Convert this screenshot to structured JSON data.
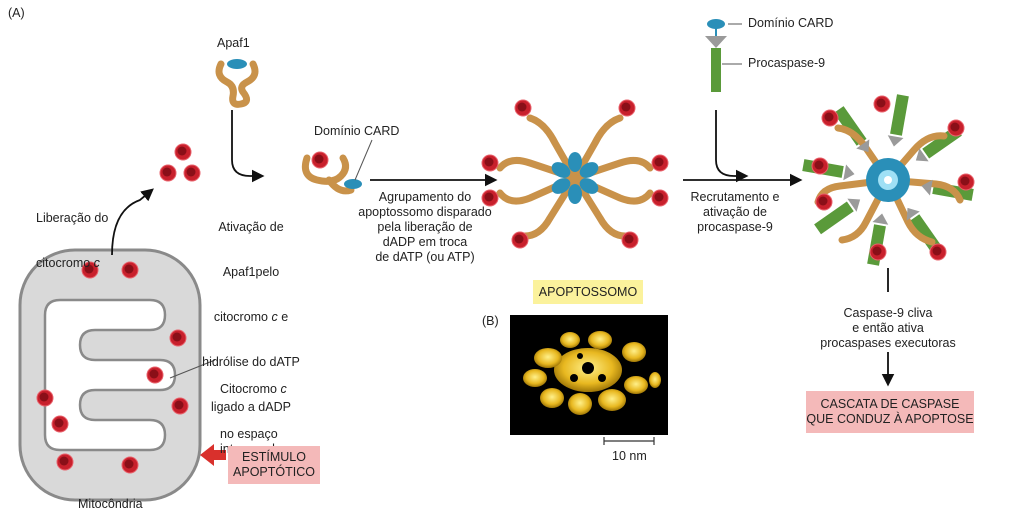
{
  "panel_a": "(A)",
  "panel_b": "(B)",
  "apaf1": "Apaf1",
  "card_domain_1": "Domínio CARD",
  "card_domain_2": "Domínio CARD",
  "procaspase9": "Procaspase-9",
  "cyto_release_1": "Liberação do",
  "cyto_release_2": "citocromo ",
  "cyto_release_c": "c",
  "activation_1": "Ativação de",
  "activation_2": "Apaf1pelo",
  "activation_3a": "citocromo ",
  "activation_3c": "c",
  "activation_3b": " e",
  "activation_4": "hidrólise do dATP",
  "activation_5": "ligado a dADP",
  "grouping": "Agrupamento do\napoptossomo disparado\npela liberação de\ndADP em troca\nde dATP (ou ATP)",
  "recruitment": "Recrutamento e\nativação de\nprocaspase-9",
  "apoptosome": "APOPTOSSOMO",
  "caspase9": "Caspase-9 cliva\ne então ativa\nprocaspases executoras",
  "cascade": "CASCATA DE CASPASE\nQUE CONDUZ À APOPTOSE",
  "cyto_space_1a": "Citocromo ",
  "cyto_space_1c": "c",
  "cyto_space_2": "no espaço\nintermembranas",
  "stimulus": "ESTÍMULO\nAPOPTÓTICO",
  "mitochondria": "Mitocôndria",
  "scale": "10 nm",
  "colors": {
    "apaf_tan": "#c9924a",
    "cyto_red": "#c8202c",
    "card_blue": "#2a8fb8",
    "green": "#5a9a3a",
    "yellow_box": "#fbf29c",
    "pink_box": "#f4b9b9",
    "stimulus_arrow": "#d9302c",
    "mito_fill": "#d9d9d9"
  }
}
